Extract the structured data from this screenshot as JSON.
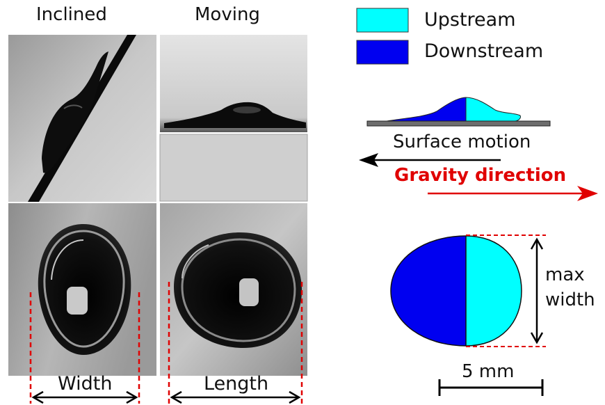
{
  "columns": {
    "inclined": "Inclined",
    "moving": "Moving"
  },
  "legend": {
    "upstream": {
      "label": "Upstream",
      "color": "#00FFFF"
    },
    "downstream": {
      "label": "Downstream",
      "color": "#0000F0"
    }
  },
  "arrows": {
    "surface_motion": {
      "label": "Surface motion",
      "color": "#000000"
    },
    "gravity": {
      "label": "Gravity direction",
      "color": "#E00000"
    }
  },
  "measurements": {
    "width": "Width",
    "length": "Length",
    "max_width_line1": "max",
    "max_width_line2": "width",
    "scale_bar": "5 mm"
  },
  "colors": {
    "dashed_marker": "#E00000",
    "photo_background": "#CFCFCF",
    "drop_dark": "#0A0A0A"
  },
  "icons": {
    "arrow_left": "arrow-left-icon",
    "arrow_right": "arrow-right-icon",
    "double_arrow": "double-arrow-icon"
  }
}
